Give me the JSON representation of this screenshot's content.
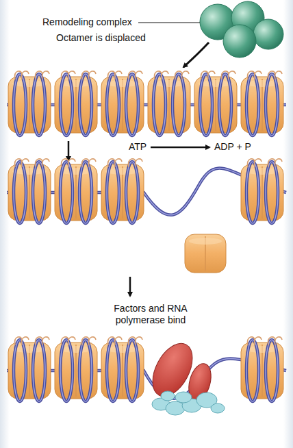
{
  "diagram": {
    "labels": [
      "Remodeling complex",
      "Octamer is displaced",
      "ATP",
      "ADP + P",
      "Factors and RNA polymerase bind"
    ]
  }
}
